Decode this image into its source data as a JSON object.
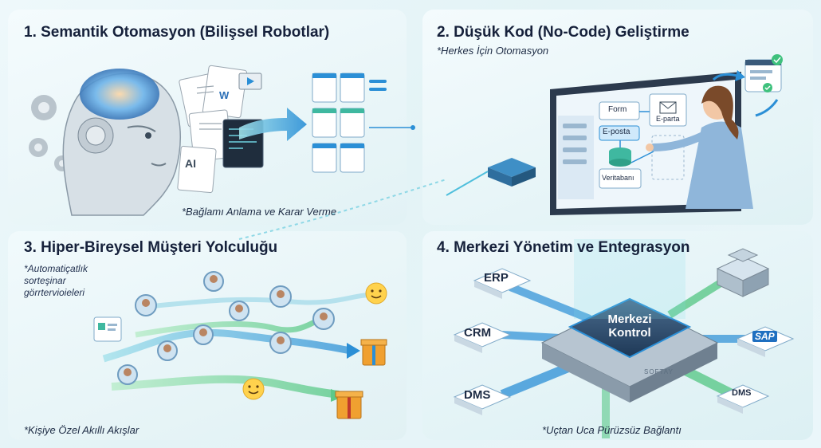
{
  "panel1": {
    "title": "1. Semantik Otomasyon (Bilişsel Robotlar)",
    "caption": "*Bağlamı Anlama ve Karar Verme"
  },
  "panel2": {
    "title": "2. Düşük Kod (No-Code) Geliştirme",
    "subtitle": "*Herkes İçin Otomasyon",
    "nodes": {
      "form": "Form",
      "email": "E-posta",
      "db": "Veritabanı",
      "eparta": "E-parta"
    }
  },
  "panel3": {
    "title": "3. Hiper-Bireysel Müşteri Yolculuğu",
    "sub_line1": "*Automatiçatlık",
    "sub_line2": "sorteşinar",
    "sub_line3": "görrtervioieleri",
    "caption": "*Kişiye Özel Akıllı Akışlar"
  },
  "panel4": {
    "title": "4. Merkezi Yönetim ve Entegrasyon",
    "hub_line1": "Merkezi",
    "hub_line2": "Kontrol",
    "hub_small": "SOFTAY",
    "erp": "ERP",
    "crm": "CRM",
    "dms": "DMS",
    "dms2": "DMS",
    "sap": "SAP",
    "caption": "*Uçtan Uca Pürüzsüz Bağlantı"
  },
  "colors": {
    "accent": "#2b8fd6",
    "teal": "#3fc1b0",
    "green": "#7ad39a",
    "dark": "#16213b",
    "robot": "#c9d4dc"
  }
}
